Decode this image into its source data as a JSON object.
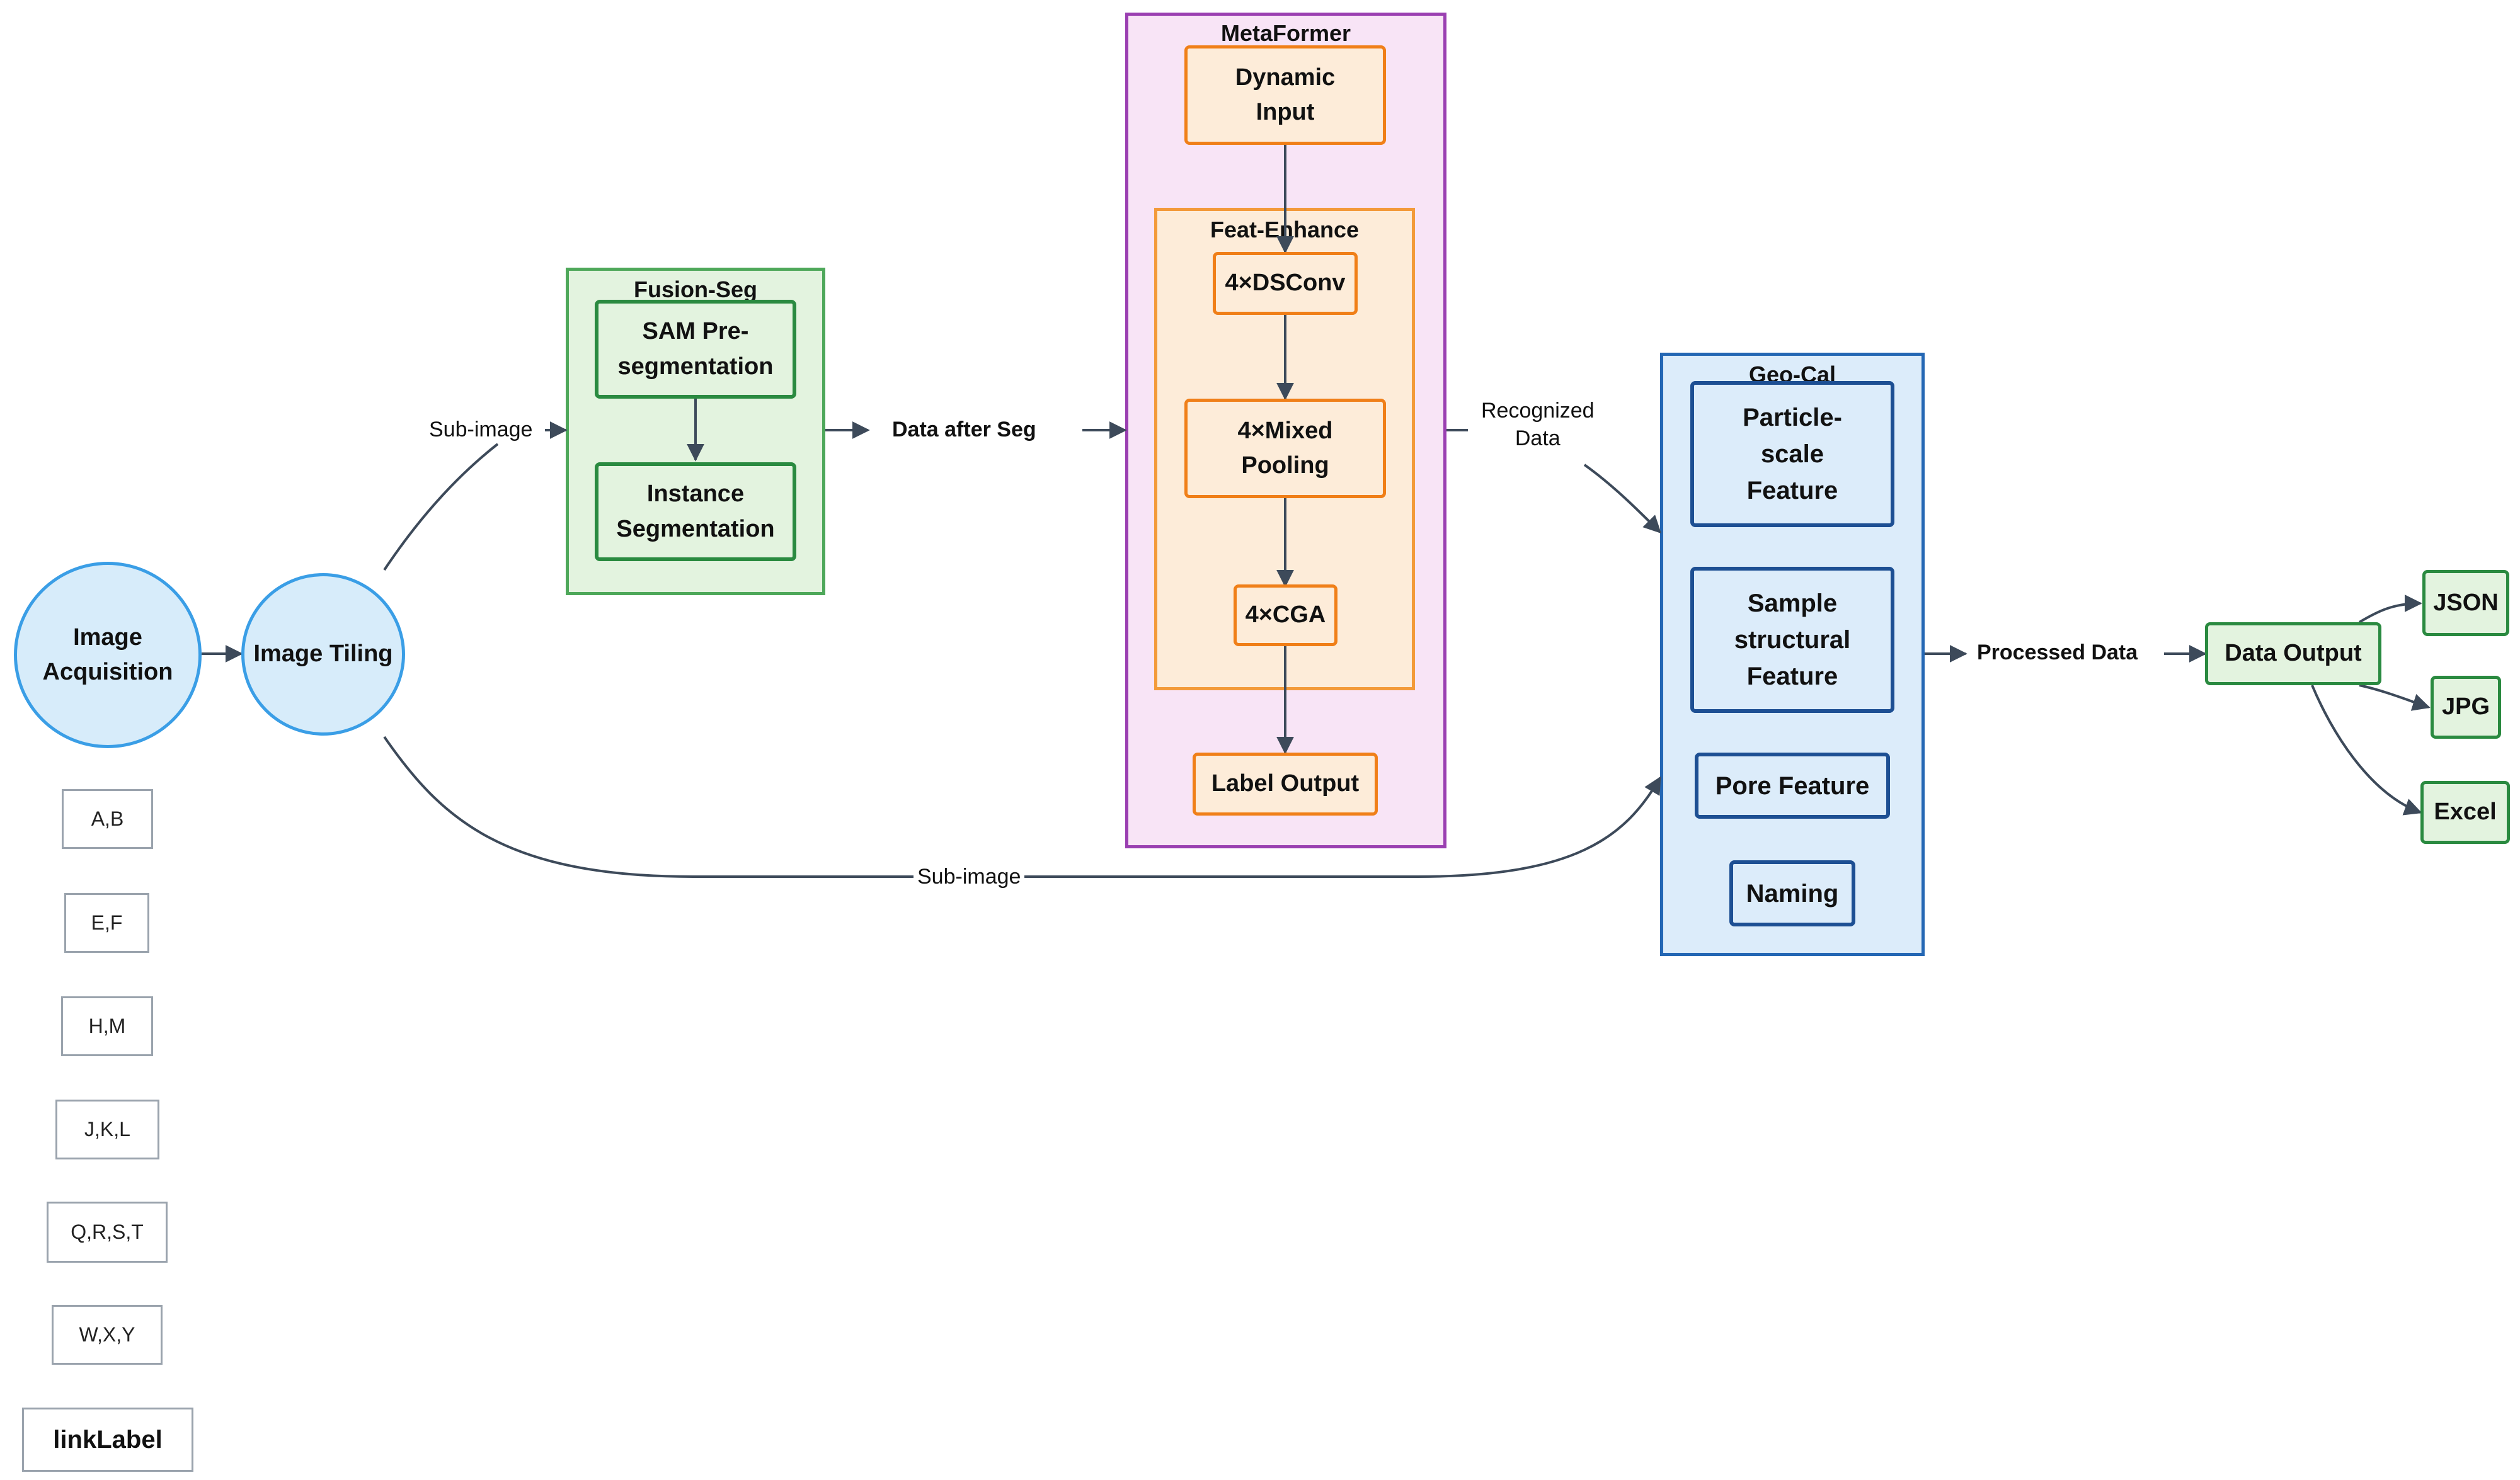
{
  "nodes": {
    "image_acquisition": "Image\nAcquisition",
    "image_tiling": "Image Tiling",
    "sam_preseg": "SAM Pre-\nsegmentation",
    "instance_seg": "Instance\nSegmentation",
    "dynamic_input": "Dynamic\nInput",
    "dsconv": "4×DSConv",
    "mixed_pooling": "4×Mixed\nPooling",
    "cga": "4×CGA",
    "label_output": "Label Output",
    "particle_feature": "Particle-\nscale\nFeature",
    "sample_feature": "Sample\nstructural\nFeature",
    "pore_feature": "Pore Feature",
    "naming": "Naming",
    "data_output": "Data Output",
    "json": "JSON",
    "jpg": "JPG",
    "excel": "Excel"
  },
  "groups": {
    "fusion_seg": "Fusion-Seg",
    "metaformer": "MetaFormer",
    "feat_enhance": "Feat-Enhance",
    "geo_cal": "Geo-Cal"
  },
  "edge_labels": {
    "sub_image_top": "Sub-image",
    "data_after_seg": "Data after Seg",
    "recognized_data": "Recognized\nData",
    "sub_image_bottom": "Sub-image",
    "processed_data": "Processed Data"
  },
  "legend": [
    "A,B",
    "E,F",
    "H,M",
    "J,K,L",
    "Q,R,S,T",
    "W,X,Y",
    "linkLabel"
  ],
  "colors": {
    "edge": "#3d4a5a",
    "circle_fill": "#d7ecfa",
    "green": "#2a8a40",
    "purple": "#9a3fb1",
    "orange": "#f07f18",
    "blue": "#1d4f93"
  }
}
